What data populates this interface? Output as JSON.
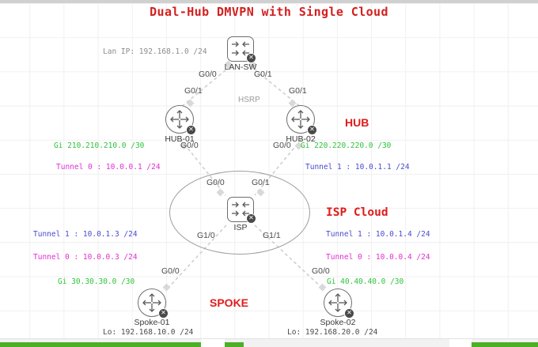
{
  "diagram": {
    "title": "Dual-Hub DMVPN with Single Cloud",
    "colors": {
      "title_red": "#d32020",
      "zone_red": "#e01b1b",
      "green": "#2fc23a",
      "magenta": "#e02ed0",
      "blue": "#4a4ad0",
      "gray_text": "#8c8c8c",
      "dark_text": "#3b3b3b",
      "link_gray": "#cfcfcf"
    },
    "nodes": [
      {
        "id": "lan-sw",
        "label": "LAN-SW",
        "type": "switch"
      },
      {
        "id": "hub-01",
        "label": "HUB-01",
        "type": "router"
      },
      {
        "id": "hub-02",
        "label": "HUB-02",
        "type": "router"
      },
      {
        "id": "isp",
        "label": "ISP",
        "type": "switch"
      },
      {
        "id": "spoke-01",
        "label": "Spoke-01",
        "type": "router"
      },
      {
        "id": "spoke-02",
        "label": "Spoke-02",
        "type": "router"
      }
    ],
    "zone_labels": [
      {
        "id": "hub",
        "text": "HUB"
      },
      {
        "id": "isp-cloud",
        "text": "ISP Cloud"
      },
      {
        "id": "spoke",
        "text": "SPOKE"
      }
    ],
    "interfaces": [
      {
        "id": "lansw-g00",
        "text": "G0/0"
      },
      {
        "id": "lansw-g01",
        "text": "G0/1"
      },
      {
        "id": "hub01-g01",
        "text": "G0/1"
      },
      {
        "id": "hub02-g01",
        "text": "G0/1"
      },
      {
        "id": "hub01-g00",
        "text": "G0/0"
      },
      {
        "id": "hub02-g00",
        "text": "G0/0"
      },
      {
        "id": "isp-g00",
        "text": "G0/0"
      },
      {
        "id": "isp-g01",
        "text": "G0/1"
      },
      {
        "id": "isp-g10",
        "text": "G1/0"
      },
      {
        "id": "isp-g11",
        "text": "G1/1"
      },
      {
        "id": "spoke01-g00",
        "text": "G0/0"
      },
      {
        "id": "spoke02-g00",
        "text": "G0/0"
      }
    ],
    "annotations": {
      "hsrp": "HSRP",
      "lan_ip": "Lan IP: 192.168.1.0 /24",
      "hub01_gi": "Gi 210.210.210.0 /30",
      "hub02_gi": "Gi 220.220.220.0 /30",
      "hub01_tunnel0": "Tunnel 0 : 10.0.0.1 /24",
      "hub02_tunnel1": "Tunnel 1 : 10.0.1.1 /24",
      "spoke01_tunnel1": "Tunnel 1 : 10.0.1.3 /24",
      "spoke01_tunnel0": "Tunnel 0 : 10.0.0.3 /24",
      "spoke02_tunnel1": "Tunnel 1 : 10.0.1.4 /24",
      "spoke02_tunnel0": "Tunnel 0 : 10.0.0.4 /24",
      "spoke01_gi": "Gi 30.30.30.0 /30",
      "spoke02_gi": "Gi 40.40.40.0 /30",
      "spoke01_lo": "Lo: 192.168.10.0 /24",
      "spoke02_lo": "Lo: 192.168.20.0 /24"
    }
  }
}
